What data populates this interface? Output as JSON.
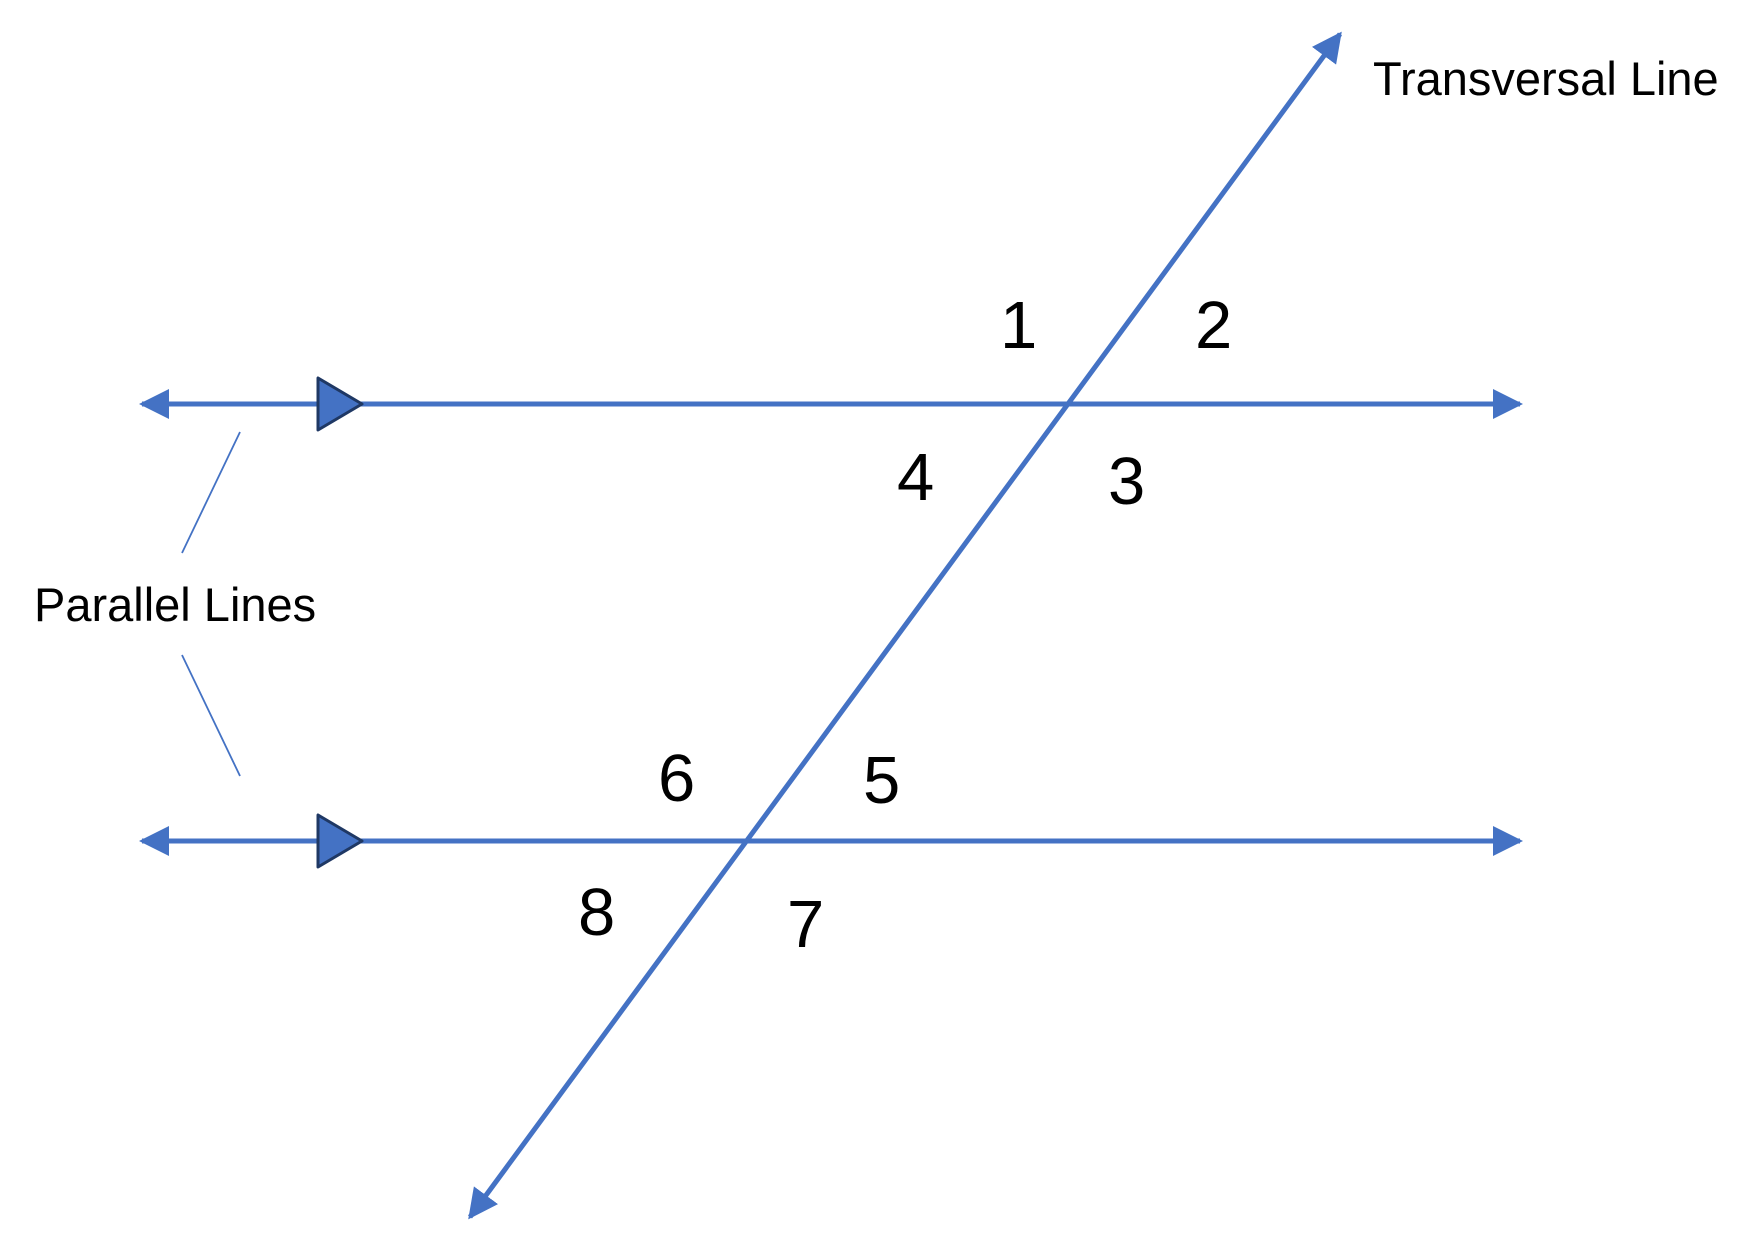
{
  "labels": {
    "transversal": "Transversal Line",
    "parallel": "Parallel Lines"
  },
  "angles": [
    "1",
    "2",
    "3",
    "4",
    "5",
    "6",
    "7",
    "8"
  ],
  "icons": {
    "arrowhead": "arrowhead-icon",
    "parallel_marker": "parallel-marker-icon"
  },
  "colors": {
    "line": "#4472C4",
    "marker_fill": "#4472C4",
    "marker_stroke": "#1F3864",
    "pointer": "#4472C4",
    "text": "#000000",
    "background": "#FFFFFF"
  }
}
